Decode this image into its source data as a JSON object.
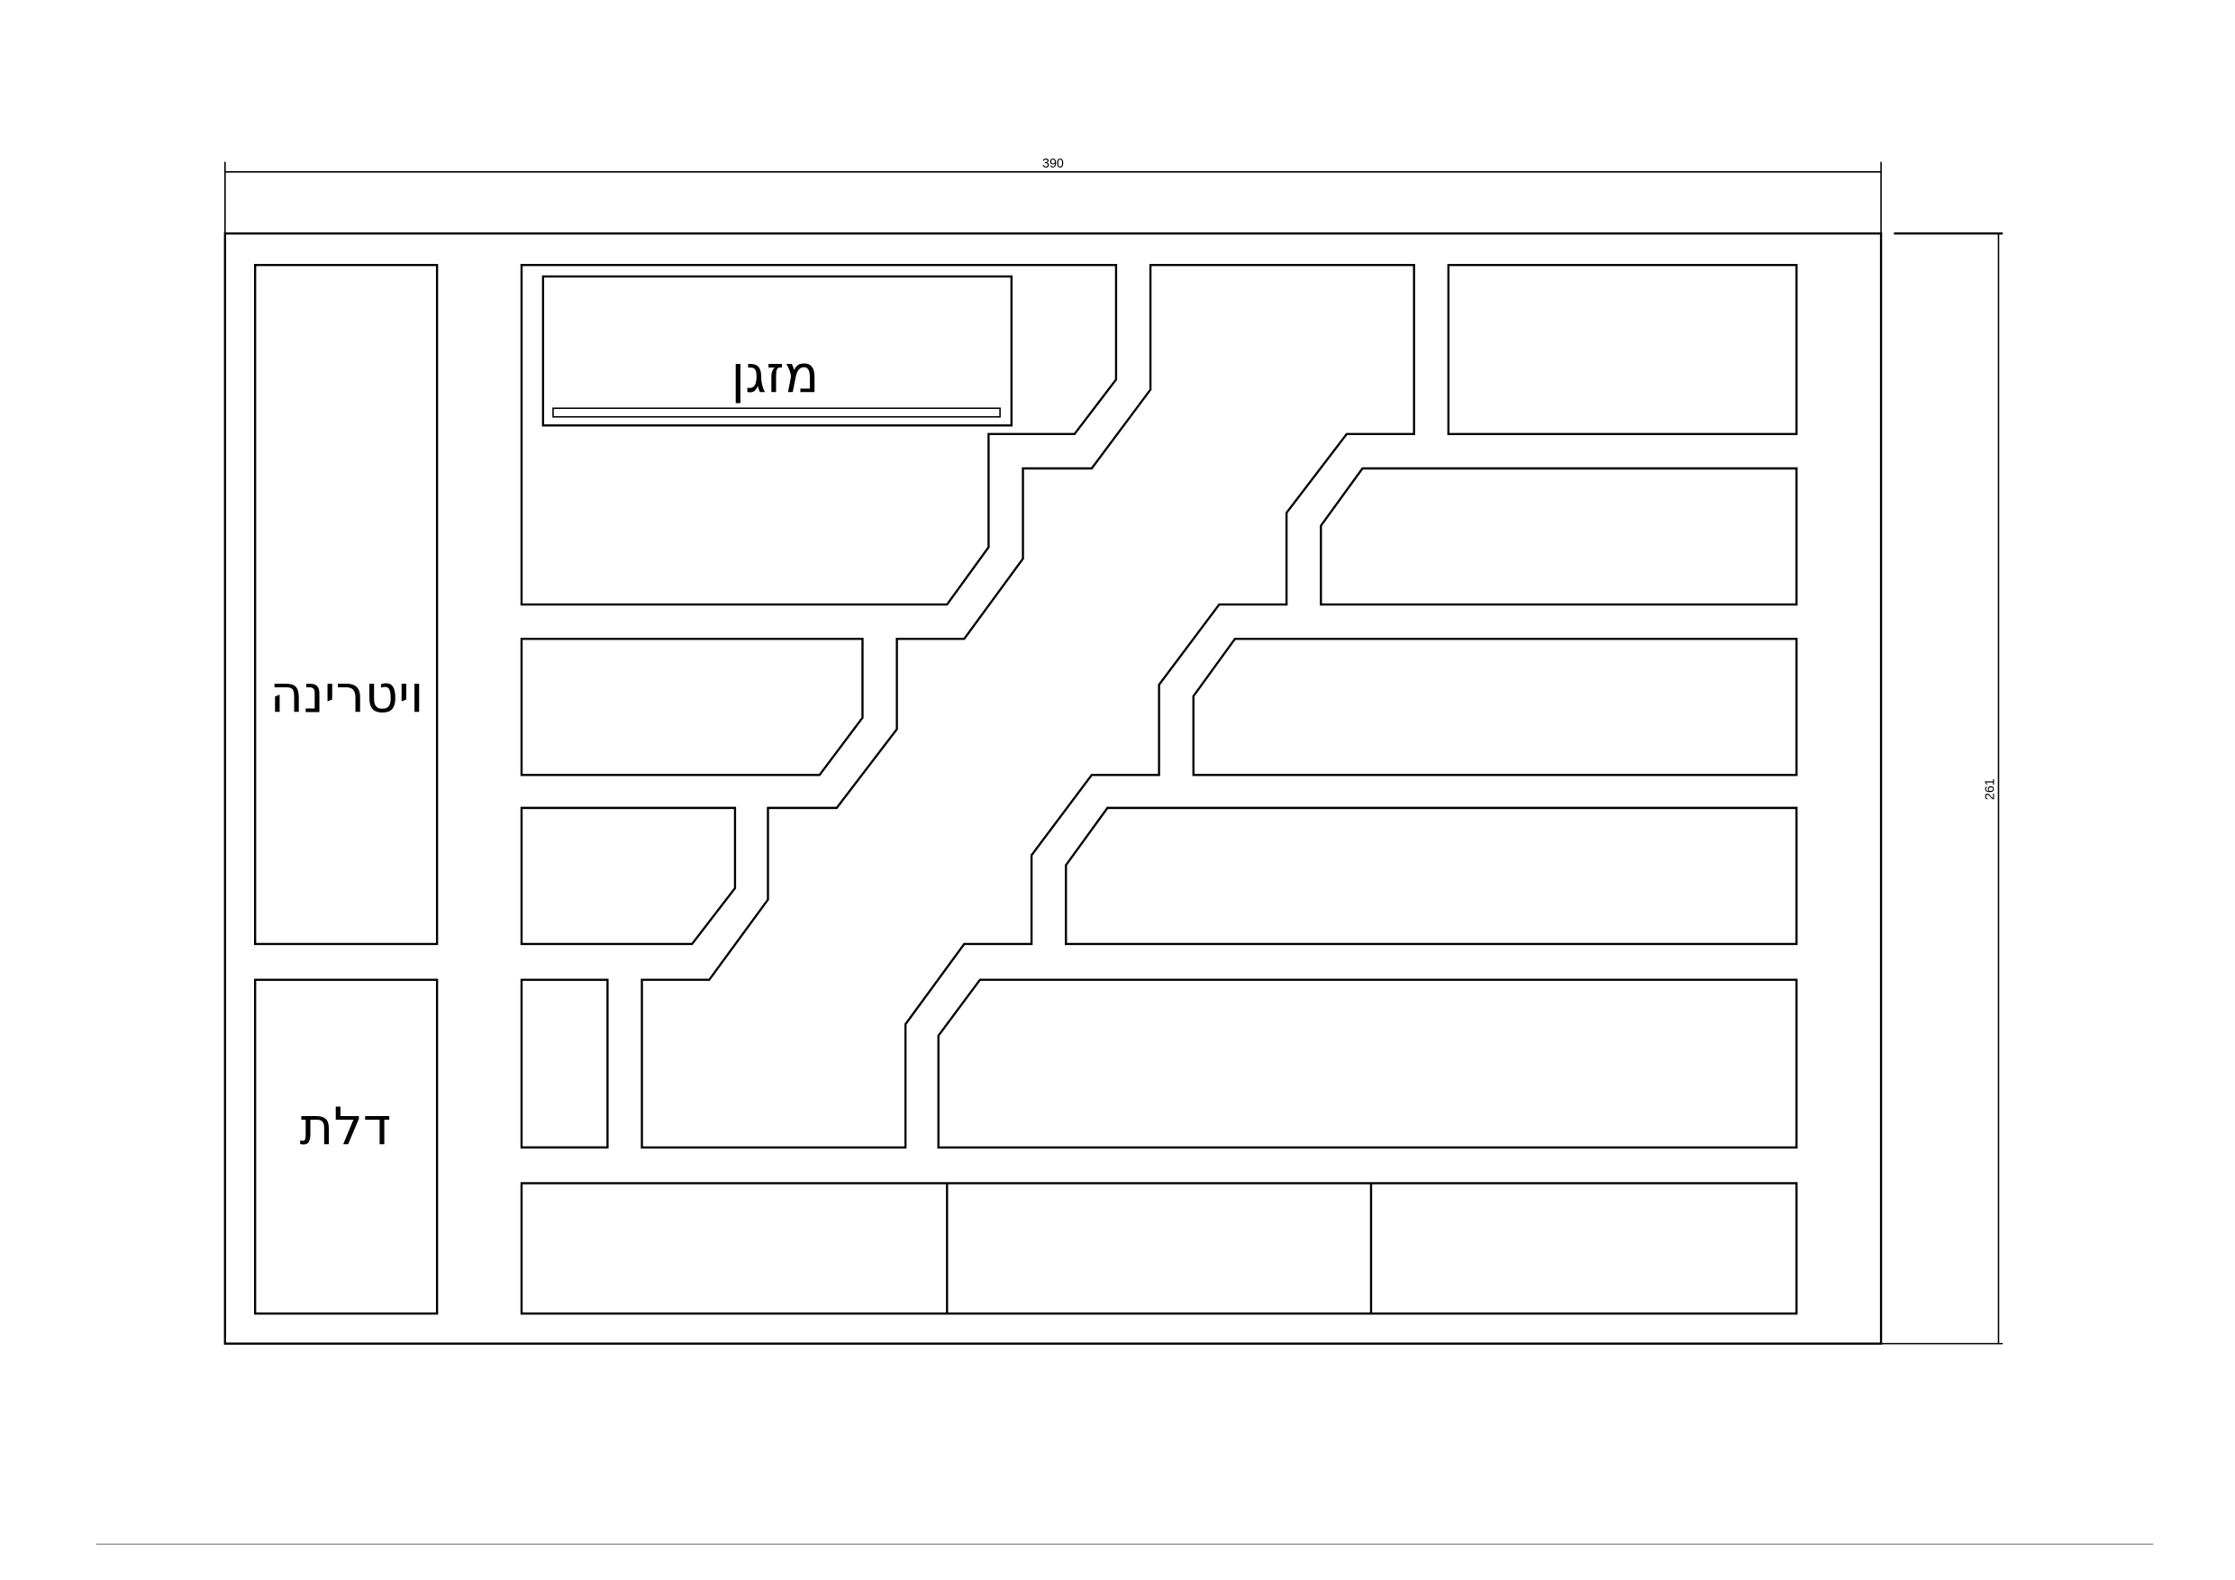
{
  "dimensions": {
    "width": "390",
    "height": "261"
  },
  "labels": {
    "air_conditioner": "מזגן",
    "display_window": "ויטרינה",
    "door": "דלת"
  },
  "colors": {
    "line": "#000000",
    "footer_rule": "#999999"
  }
}
